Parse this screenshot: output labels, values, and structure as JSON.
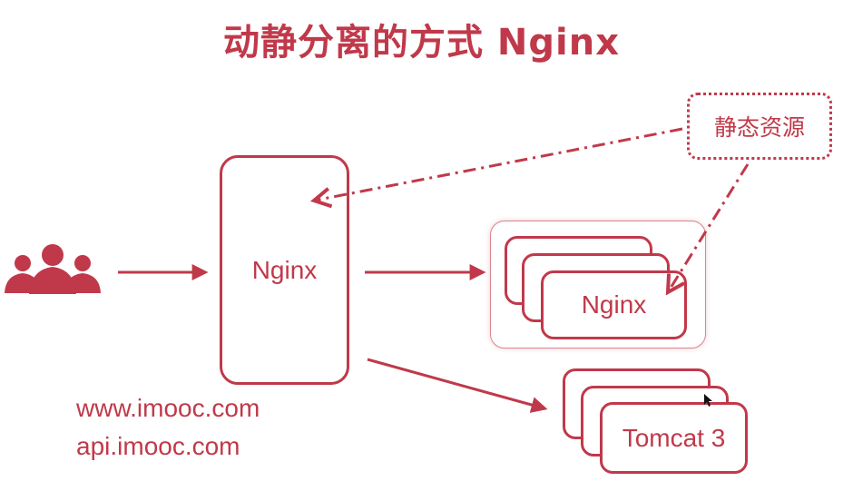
{
  "title": "动静分离的方式 Nginx",
  "gateway": {
    "label": "Nginx"
  },
  "static_resource": {
    "label": "静态资源"
  },
  "static_cluster": {
    "front_label": "Nginx"
  },
  "tomcat_cluster": {
    "front_label": "Tomcat 3"
  },
  "domains": [
    "www.imooc.com",
    "api.imooc.com"
  ],
  "icons": {
    "users": "users-icon"
  },
  "colors": {
    "accent": "#c0394a"
  }
}
